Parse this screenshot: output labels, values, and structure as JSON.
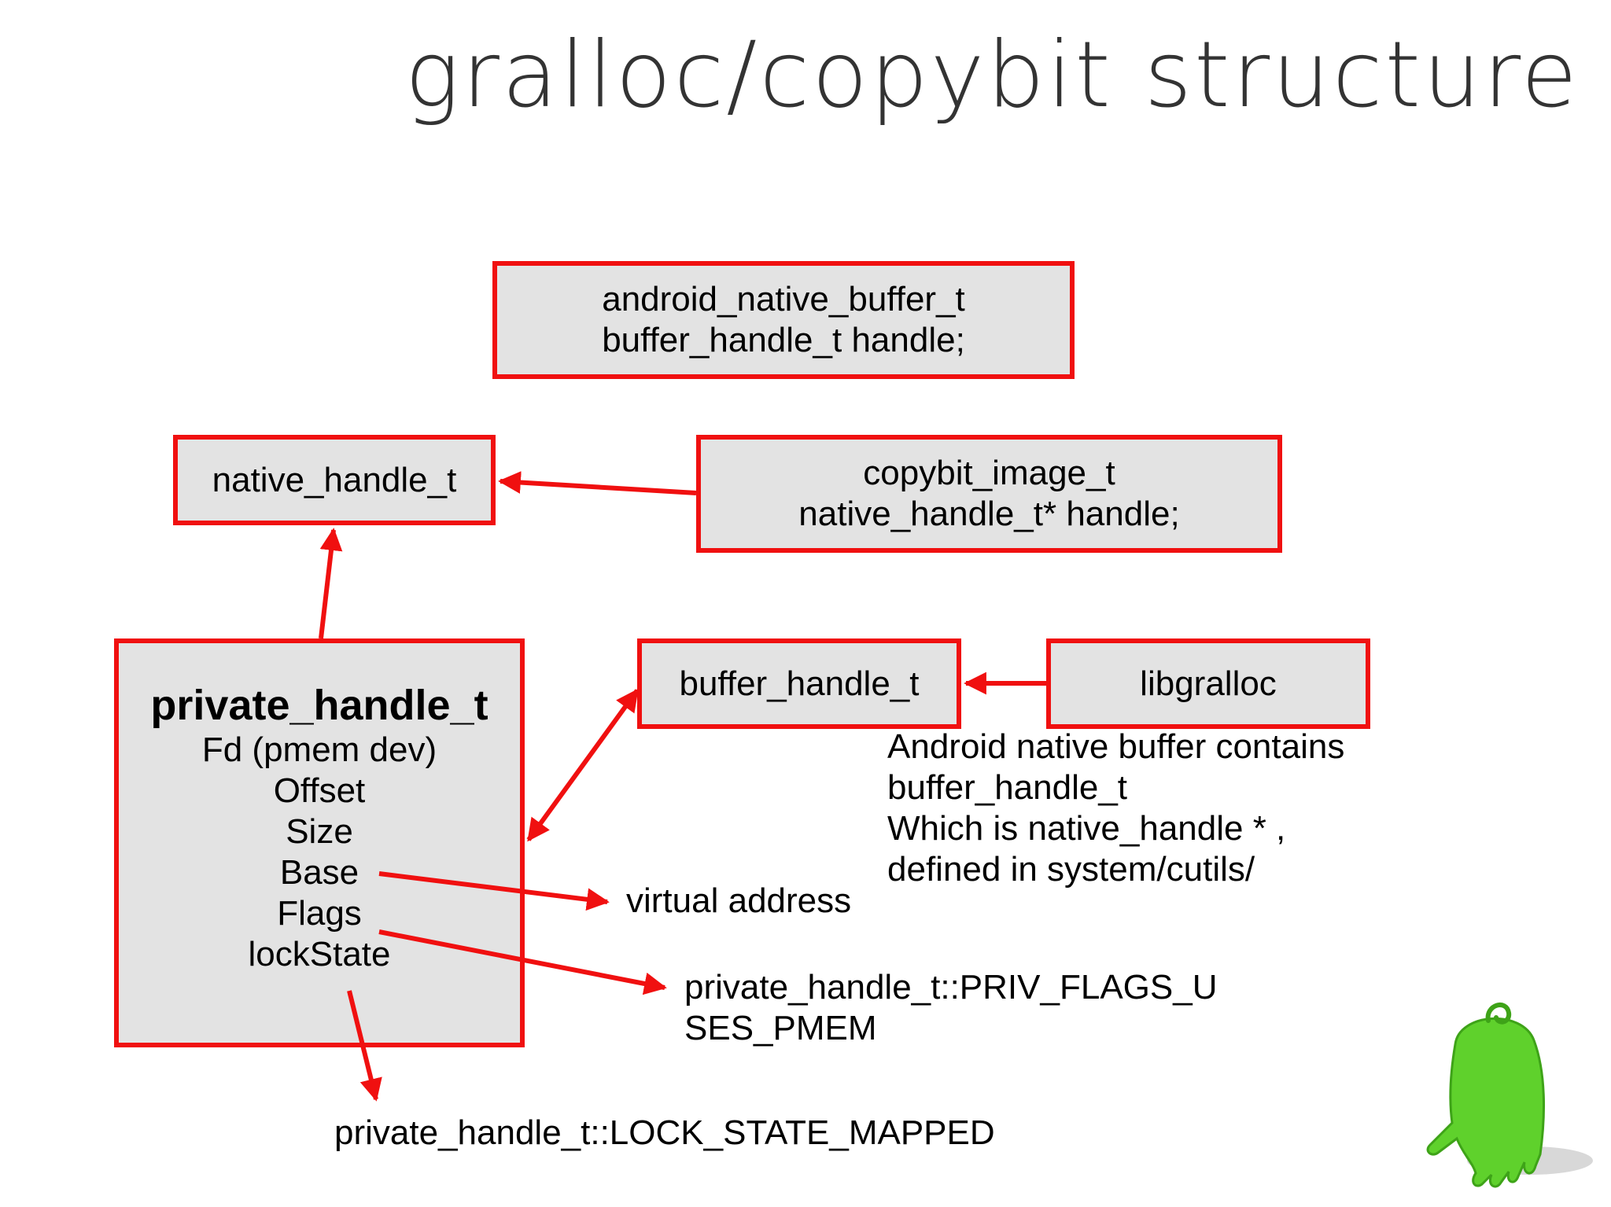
{
  "title": "gralloc/copybit structure",
  "boxes": {
    "android_native_buffer": {
      "lines": [
        "android_native_buffer_t",
        "buffer_handle_t handle;"
      ]
    },
    "native_handle": {
      "lines": [
        "native_handle_t"
      ]
    },
    "copybit_image": {
      "lines": [
        "copybit_image_t",
        "native_handle_t* handle;"
      ]
    },
    "private_handle": {
      "heading": "private_handle_t",
      "fields": [
        "Fd (pmem dev)",
        "Offset",
        "Size",
        "Base",
        "Flags",
        "lockState"
      ]
    },
    "buffer_handle": {
      "lines": [
        "buffer_handle_t"
      ]
    },
    "libgralloc": {
      "lines": [
        "libgralloc"
      ]
    }
  },
  "labels": {
    "note": [
      "Android native buffer contains",
      "buffer_handle_t",
      "Which is native_handle * ,",
      "defined in system/cutils/"
    ],
    "virtual_address": "virtual address",
    "priv_flags": [
      "private_handle_t::PRIV_FLAGS_U",
      "SES_PMEM"
    ],
    "lock_state": "private_handle_t::LOCK_STATE_MAPPED"
  },
  "colors": {
    "arrow": "#f01010",
    "box_fill": "#e3e3e3",
    "title": "#333333",
    "mascot": "#5fd12c"
  }
}
